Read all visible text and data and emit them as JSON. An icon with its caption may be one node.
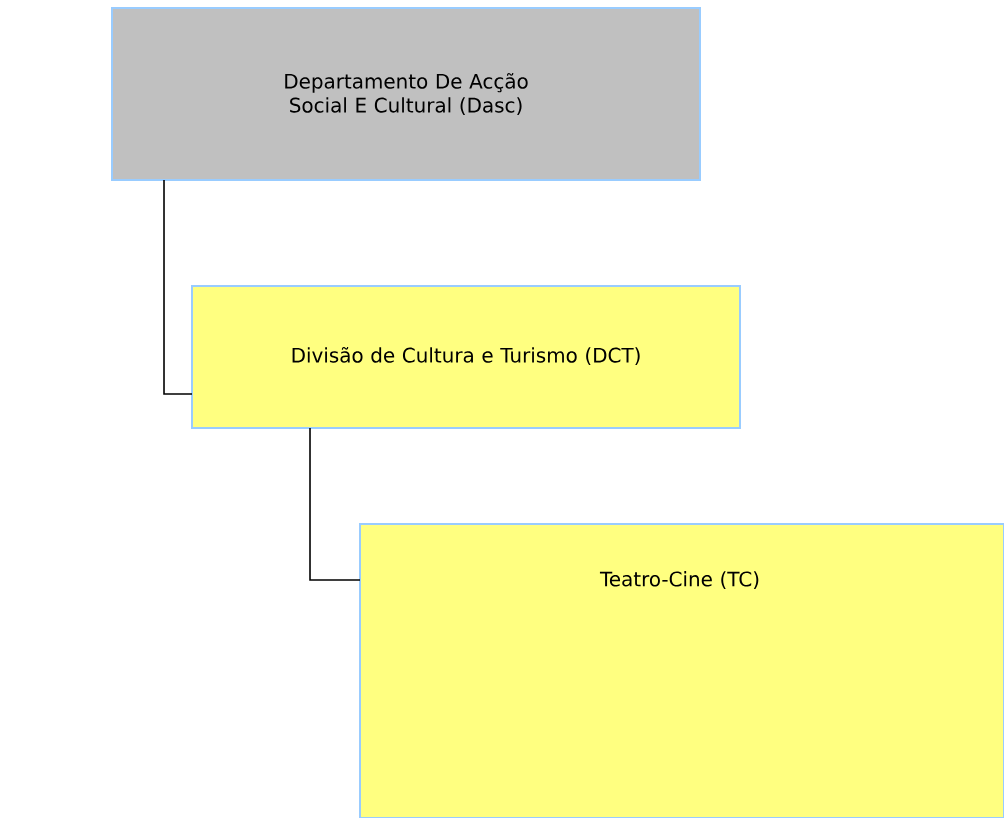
{
  "diagram": {
    "nodes": [
      {
        "text": [
          "Departamento De Acção Social E Cultural (Dasc)"
        ]
      },
      {
        "text": [
          "Divisão de Cultura e Turismo (DCT)"
        ]
      },
      {
        "text": [
          "Teatro-Cine (TC)"
        ]
      }
    ],
    "edges": [
      {
        "from": 0,
        "to": 1,
        "arrow": "none"
      },
      {
        "from": 1,
        "to": 2,
        "arrow": "none"
      }
    ]
  }
}
